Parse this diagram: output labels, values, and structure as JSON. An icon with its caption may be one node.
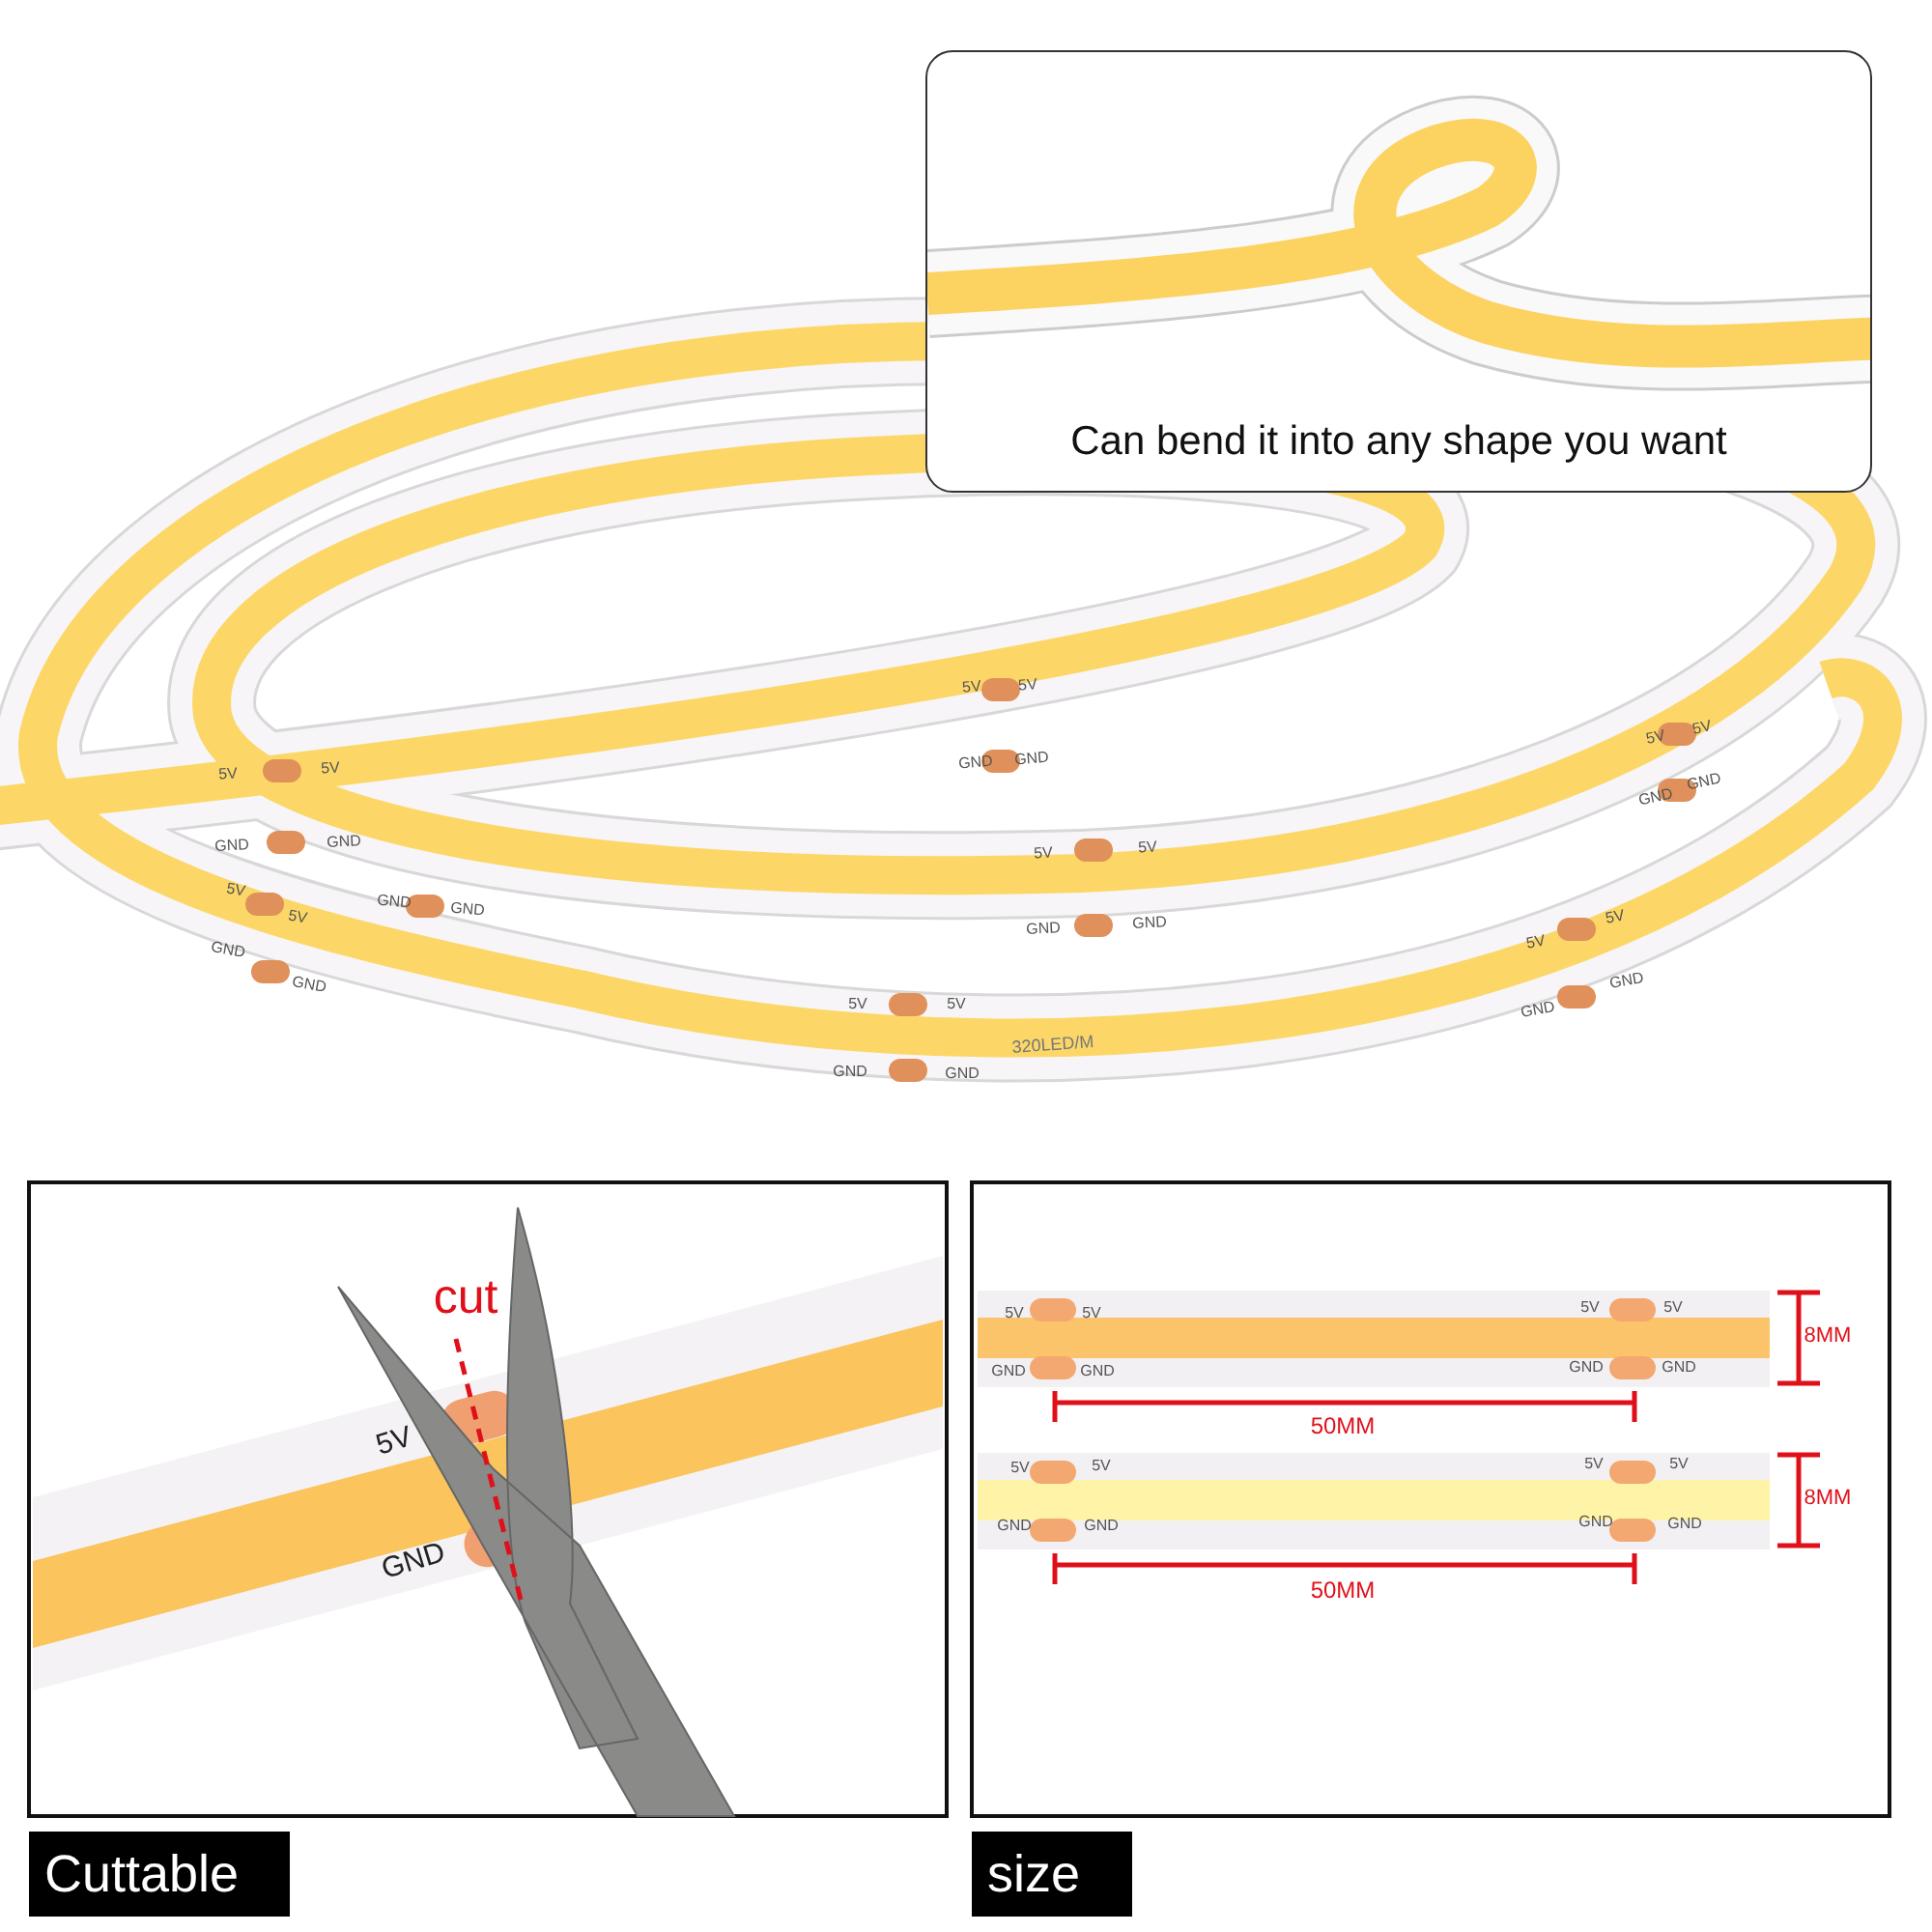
{
  "diagram": {
    "nodes": [
      {
        "text": [
          "Can bend it into any shape you want"
        ]
      },
      {
        "text": [
          "Cuttable"
        ]
      },
      {
        "text": [
          "size"
        ]
      }
    ],
    "labels": [
      "5V",
      "5V",
      "5V",
      "5V",
      "GND",
      "GND",
      "5V",
      "5V",
      "GND",
      "GND",
      "GND",
      "GND",
      "5V",
      "5V",
      "GND",
      "GND",
      "5V",
      "5V",
      "GND",
      "GND",
      "5V",
      "5V",
      "GND",
      "GND",
      "GND",
      "GND",
      "5V",
      "5V",
      "GND",
      "GND",
      "320LED/M",
      "cut",
      "5V",
      "GND",
      "5V",
      "5V",
      "5V",
      "5V",
      "8MM",
      "GND",
      "GND",
      "GND",
      "GND",
      "50MM",
      "5V",
      "5V",
      "5V",
      "5V",
      "8MM",
      "GND",
      "GND",
      "GND",
      "GND",
      "50MM"
    ]
  }
}
